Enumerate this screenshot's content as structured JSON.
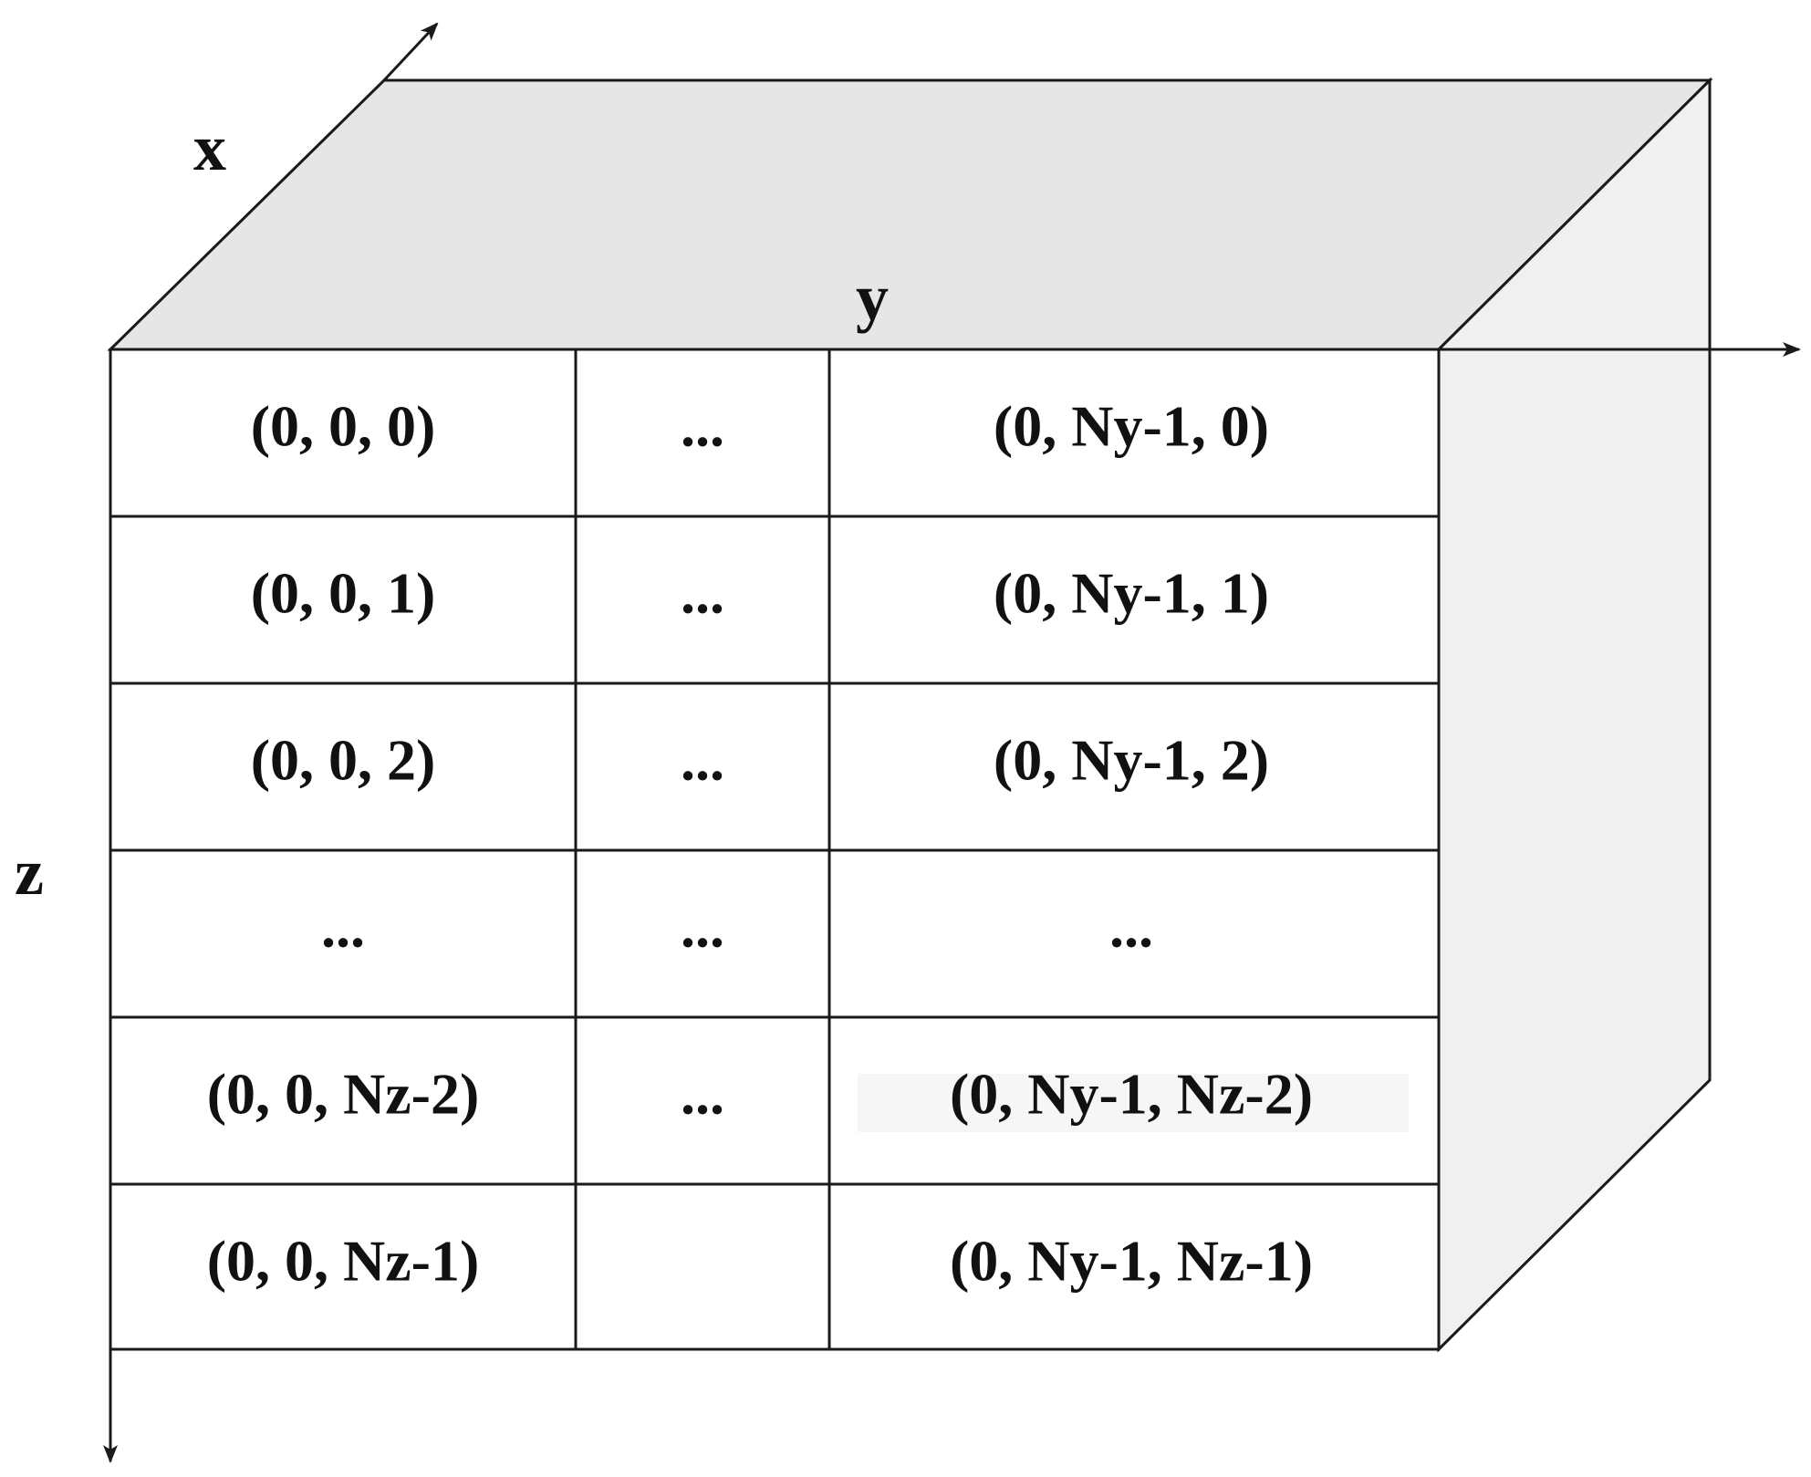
{
  "axes": {
    "x_label": "x",
    "y_label": "y",
    "z_label": "z"
  },
  "colors": {
    "top_face": "#e6e6e6",
    "side_face": "#f0f0f0",
    "front_face": "#ffffff",
    "stroke": "#1a1a1a",
    "highlight_cell": "#f6f6f6"
  },
  "grid": {
    "rows": [
      [
        "(0,  0,  0)",
        "...",
        "(0,  Ny-1,  0)"
      ],
      [
        "(0,  0,  1)",
        "...",
        "(0,  Ny-1,  1)"
      ],
      [
        "(0,  0,  2)",
        "...",
        "(0,  Ny-1,  2)"
      ],
      [
        "...",
        "...",
        "..."
      ],
      [
        "(0,  0,  Nz-2)",
        "...",
        "(0,  Ny-1,  Nz-2)"
      ],
      [
        "(0,  0,  Nz-1)",
        "",
        "(0,  Ny-1,  Nz-1)"
      ]
    ]
  }
}
